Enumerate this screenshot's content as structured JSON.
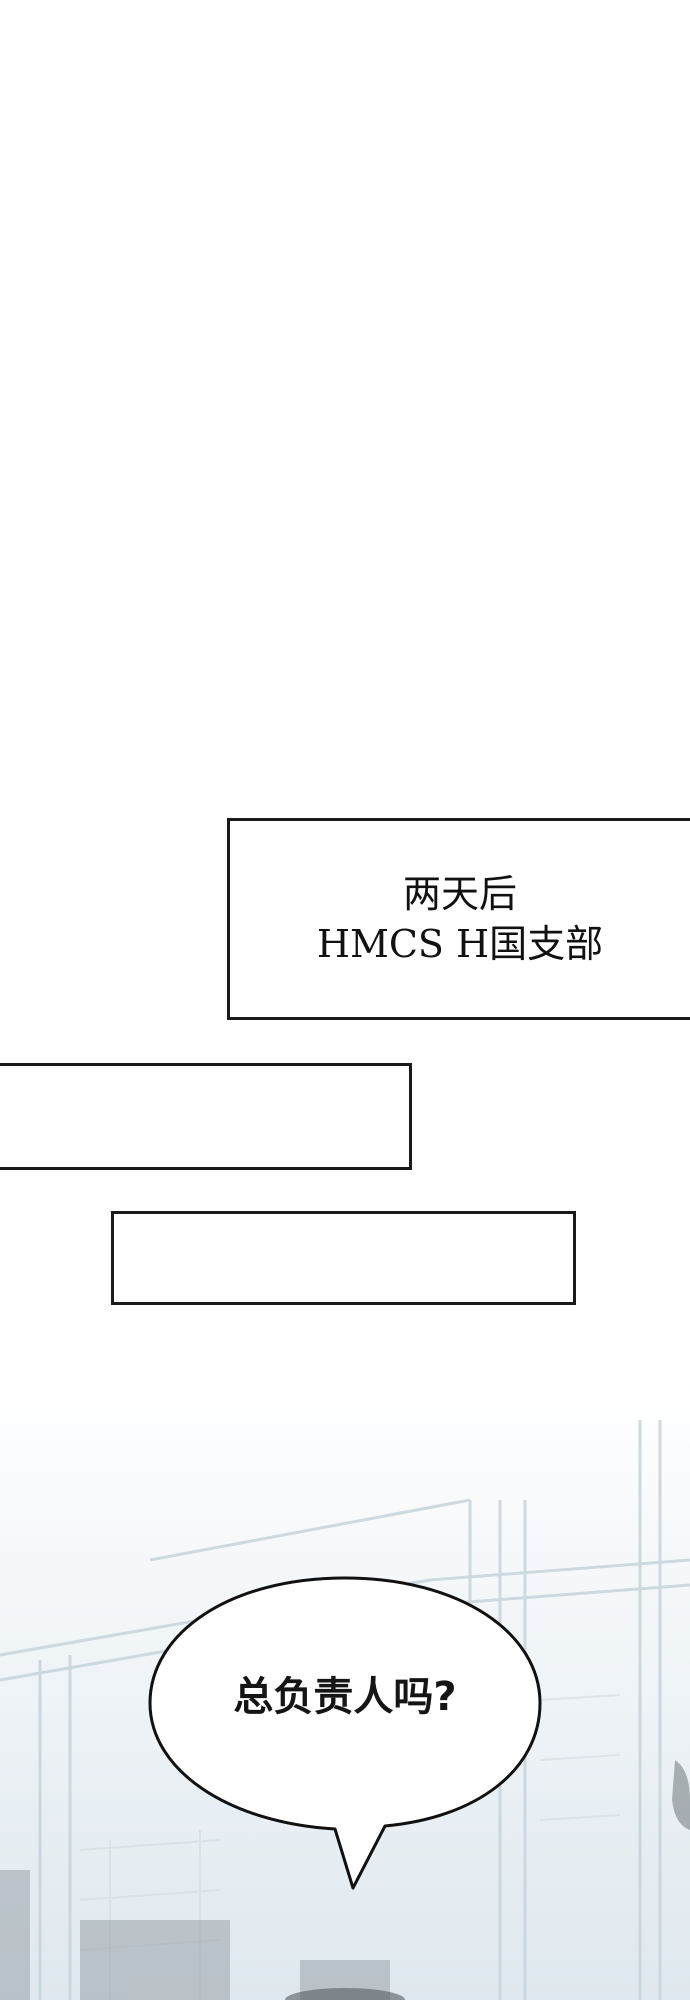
{
  "caption": {
    "lines": [
      "两天后",
      "HMCS H国支部"
    ]
  },
  "speech_bubble": {
    "text": "总负责人吗?"
  },
  "colors": {
    "ink": "#1a1a1a",
    "background": "#ffffff",
    "sky_haze": "#eef4f8",
    "window_frame": "#b9c8d2"
  }
}
